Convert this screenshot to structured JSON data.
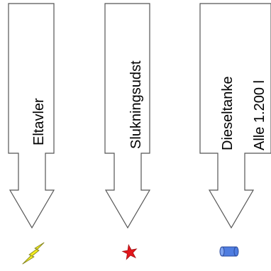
{
  "items": [
    {
      "lines": [
        "Eltavler"
      ],
      "icon": "lightning-icon",
      "icon_color": "#f5ee1e"
    },
    {
      "lines": [
        "Slukningsudst"
      ],
      "icon": "star-icon",
      "icon_color": "#e3151b"
    },
    {
      "lines": [
        "Dieseltanke",
        "Alle 1.200 l"
      ],
      "icon": "cylinder-icon",
      "icon_color": "#4f7de0"
    }
  ],
  "colors": {
    "stroke": "#555555",
    "fill": "#ffffff",
    "text": "#000000"
  }
}
